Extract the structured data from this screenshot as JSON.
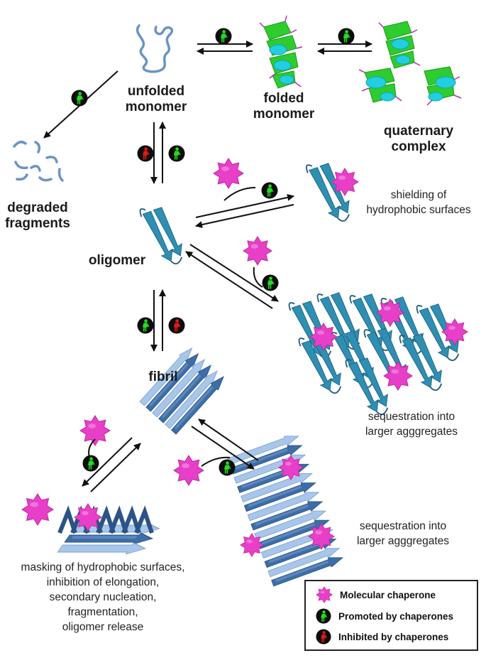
{
  "labels": {
    "unfolded_monomer": "unfolded\nmonomer",
    "folded_monomer": "folded\nmonomer",
    "quaternary_complex": "quaternary\ncomplex",
    "degraded_fragments": "degraded\nfragments",
    "oligomer": "oligomer",
    "fibril": "fibril",
    "shielding": "shielding of\nhydrophobic surfaces",
    "sequestration_1": "sequestration into\nlarger agggregates",
    "sequestration_2": "sequestration into\nlarger agggregates",
    "masking": "masking of hydrophobic surfaces,\ninhibition of elongation,\nsecondary nucleation,\nfragmentation,\noligomer release"
  },
  "legend": {
    "chaperone": "Molecular chaperone",
    "promoted": "Promoted by chaperones",
    "inhibited": "Inhibited by chaperones"
  },
  "colors": {
    "chaperone": "#e83fc8",
    "promoted_figure": "#22dd22",
    "inhibited_figure": "#e01818",
    "strand": "#2f8fb2",
    "fibril_dark": "#3d6ea8",
    "fibril_light": "#a8c6ea",
    "unfolded": "#6a94c4",
    "folded_sheet": "#2ecc2e",
    "folded_helix": "#22cfe0"
  }
}
